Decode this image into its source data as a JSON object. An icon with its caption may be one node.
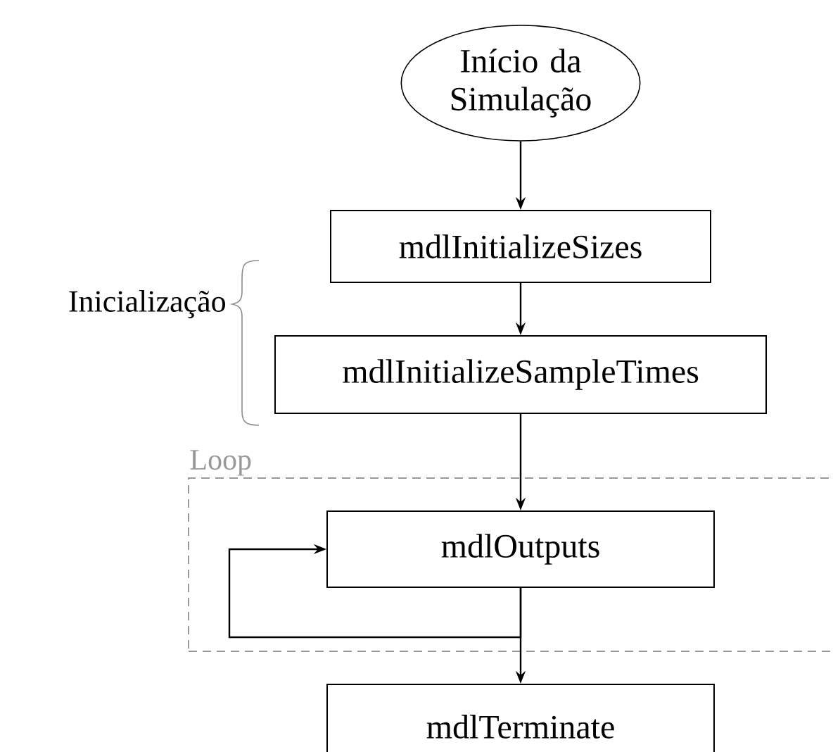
{
  "diagram": {
    "nodes": [
      {
        "text": [
          "Início da Simulação"
        ]
      },
      {
        "text": [
          "mdlInitializeSizes"
        ]
      },
      {
        "text": [
          "mdlInitializeSampleTimes"
        ]
      },
      {
        "text": [
          "Loop"
        ]
      },
      {
        "text": [
          "mdlOutputs"
        ],
        "in": 3
      },
      {
        "text": [
          "mdlTerminate"
        ]
      }
    ],
    "edges": [
      {
        "from": 0,
        "to": 1,
        "arrow": "to"
      },
      {
        "from": 1,
        "to": 2,
        "arrow": "to"
      },
      {
        "from": 2,
        "to": 4,
        "arrow": "to"
      },
      {
        "from": 4,
        "to": 4,
        "arrow": "to"
      },
      {
        "from": 4,
        "to": 5,
        "arrow": "to"
      }
    ],
    "labels": [
      "Inicialização"
    ]
  }
}
